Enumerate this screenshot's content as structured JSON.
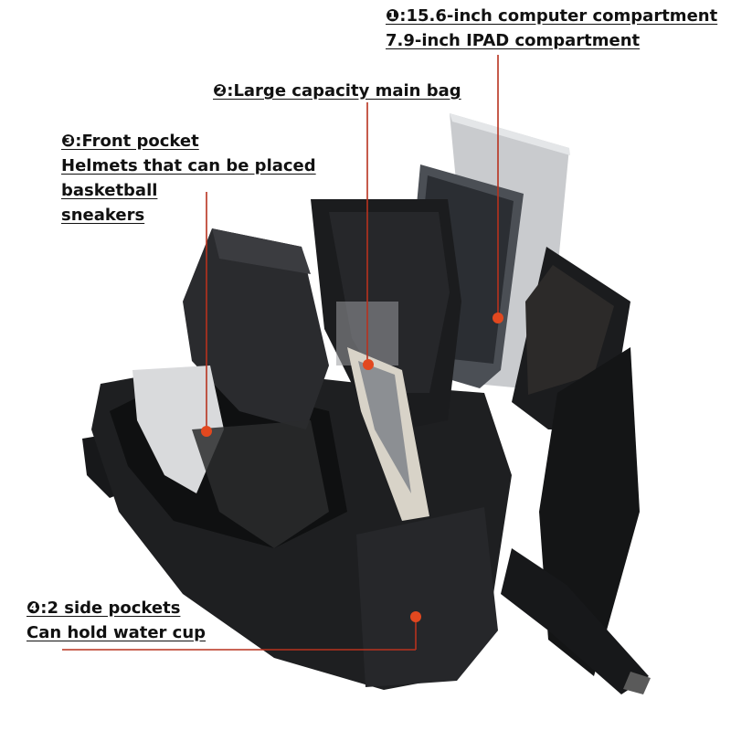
{
  "callouts": {
    "c1": {
      "line1": "❶:15.6-inch computer compartment",
      "line2": "7.9-inch IPAD compartment"
    },
    "c2": {
      "line1": "❷:Large capacity main bag"
    },
    "c3": {
      "line1": "❸:Front pocket",
      "line2": "Helmets that can be placed",
      "line3": "basketball",
      "line4": "sneakers"
    },
    "c4": {
      "line1": "❹:2 side pockets",
      "line2": "Can hold water cup"
    }
  },
  "colors": {
    "leader": "#b8321e",
    "dot": "#e2481f",
    "bag": "#1e1f21",
    "text": "#111111"
  }
}
